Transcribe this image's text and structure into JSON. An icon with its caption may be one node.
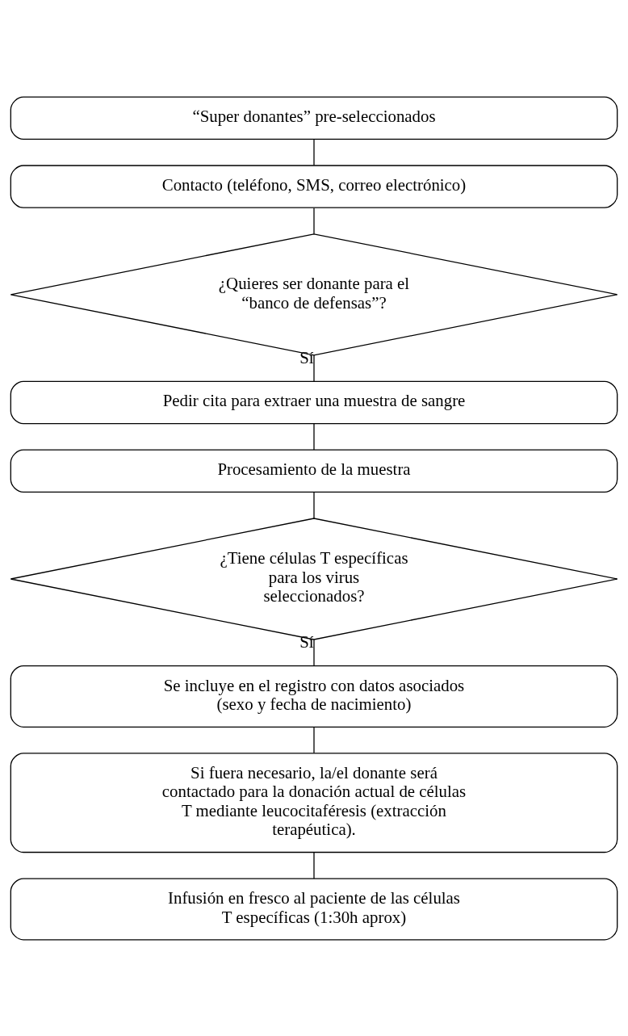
{
  "diagram": {
    "nodes": [
      {
        "text": [
          "“Super donantes” pre-seleccionados"
        ]
      },
      {
        "text": [
          "Contacto (teléfono, SMS, correo electrónico)"
        ]
      },
      {
        "text": [
          "¿Quieres ser donante para el “banco de defensas”?"
        ]
      },
      {
        "text": [
          "Pedir cita para extraer una muestra de sangre"
        ]
      },
      {
        "text": [
          "Procesamiento de la muestra"
        ]
      },
      {
        "text": [
          "¿Tiene células T específicas para los virus seleccionados?"
        ]
      },
      {
        "text": [
          "Se incluye en el registro con datos asociados (sexo y fecha de nacimiento)"
        ]
      },
      {
        "text": [
          "Si fuera necesario, la/el donante será contactado para la donación actual de células T mediante leucocitaféresis (extracción terapéutica)."
        ]
      },
      {
        "text": [
          "Infusión en fresco al paciente de las células T específicas (1:30h aprox)"
        ]
      }
    ],
    "edges": [
      {
        "from": 0,
        "to": 1,
        "arrow": "none"
      },
      {
        "from": 1,
        "to": 2,
        "arrow": "none"
      },
      {
        "from": 2,
        "to": 3,
        "arrow": "none",
        "label": "Sí"
      },
      {
        "from": 3,
        "to": 4,
        "arrow": "none"
      },
      {
        "from": 4,
        "to": 5,
        "arrow": "none"
      },
      {
        "from": 5,
        "to": 6,
        "arrow": "none",
        "label": "Sí"
      },
      {
        "from": 6,
        "to": 7,
        "arrow": "none"
      },
      {
        "from": 7,
        "to": 8,
        "arrow": "none"
      }
    ]
  }
}
